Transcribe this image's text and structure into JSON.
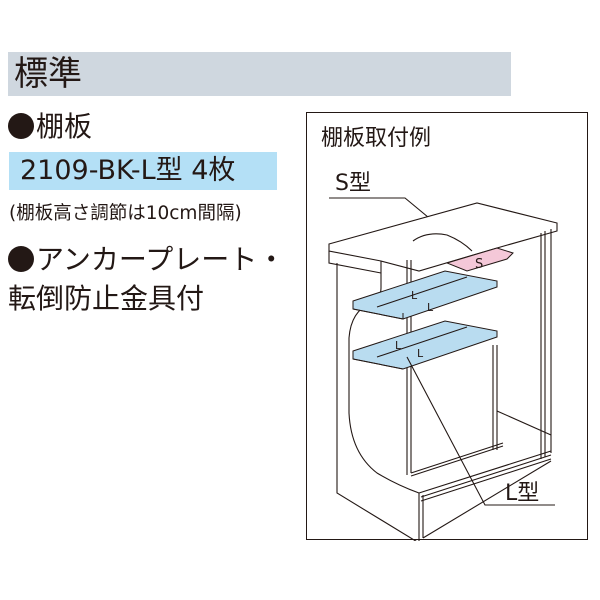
{
  "header": {
    "title": "標準"
  },
  "shelves": {
    "title": "棚板",
    "model": "2109-BK-L型 4枚",
    "note": "(棚板高さ調節は10cm間隔)"
  },
  "anchor": {
    "title_line1": "アンカープレート・",
    "title_line2": "転倒防止金具付"
  },
  "diagram": {
    "title": "棚板取付例",
    "label_s": "S型",
    "label_l": "L型",
    "shelf_mark_s": "S",
    "shelf_mark_l": "L"
  },
  "colors": {
    "header_bg": "#cfd7df",
    "model_bg": "#b4e0f6",
    "shelf_l": "#b9dcf0",
    "shelf_s": "#f4c8d8",
    "text": "#231815"
  }
}
